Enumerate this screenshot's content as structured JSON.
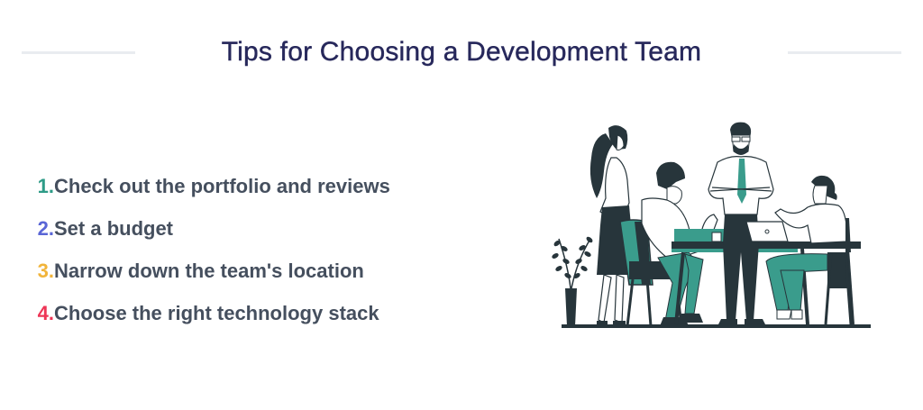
{
  "header": {
    "title": "Tips for Choosing a Development Team"
  },
  "tips": [
    {
      "number": "1.",
      "text": "Check out the portfolio and reviews",
      "color": "#2e9b87"
    },
    {
      "number": "2.",
      "text": "Set a budget",
      "color": "#5a66d6"
    },
    {
      "number": "3.",
      "text": "Narrow down the team's location",
      "color": "#f1b43a"
    },
    {
      "number": "4.",
      "text": "Choose the right technology stack",
      "color": "#ee3556"
    }
  ],
  "illustration": {
    "subject": "team-meeting-illustration",
    "colors": {
      "dark": "#27353b",
      "accent": "#3a9c8c",
      "line": "#27353b",
      "fill": "#ffffff"
    }
  },
  "colors": {
    "title": "#27285b",
    "text": "#454f5e",
    "divider": "#e9ecf0",
    "background": "#ffffff"
  }
}
